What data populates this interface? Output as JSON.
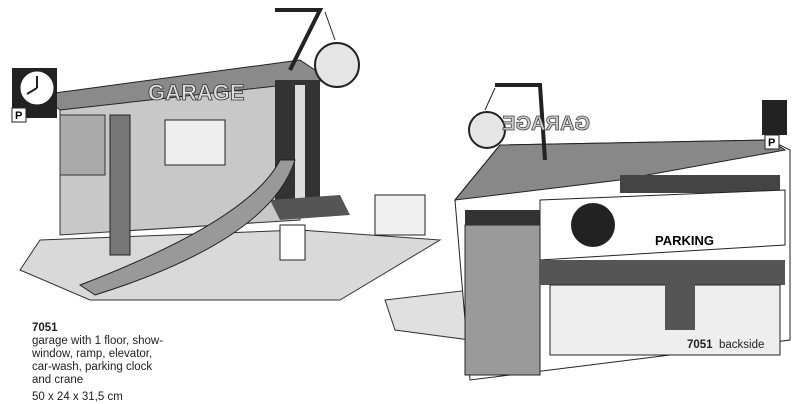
{
  "left_item": {
    "number": "7051",
    "description_lines": [
      "garage with 1 floor, show-",
      "window, ramp, elevator,",
      "car-wash, parking clock",
      "and crane"
    ],
    "dimensions": "50 x 24 x 31,5 cm",
    "sign_text": "GARAGE",
    "parking_sign": "P"
  },
  "right_item": {
    "number": "7051",
    "label": "backside",
    "sign_text": "GARAGE",
    "wall_text": "PARKING",
    "parking_sign": "P"
  }
}
